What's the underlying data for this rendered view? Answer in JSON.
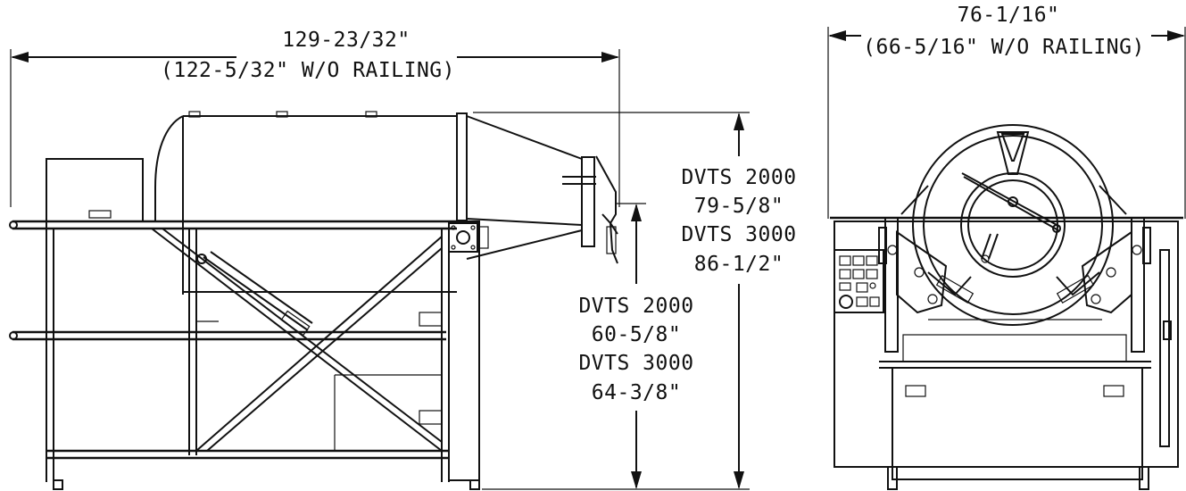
{
  "dimensions": {
    "side_length": "129-23/32\"",
    "side_length_no_rail": "(122-5/32\" W/O RAILING)",
    "end_width": "76-1/16\"",
    "end_width_no_rail": "(66-5/16\" W/O RAILING)",
    "total_height": {
      "model_a": "DVTS 2000",
      "value_a": "79-5/8\"",
      "model_b": "DVTS 3000",
      "value_b": "86-1/2\""
    },
    "opening_height": {
      "model_a": "DVTS 2000",
      "value_a": "60-5/8\"",
      "model_b": "DVTS 3000",
      "value_b": "64-3/8\""
    }
  },
  "colors": {
    "ink": "#111111",
    "paper": "#ffffff"
  }
}
